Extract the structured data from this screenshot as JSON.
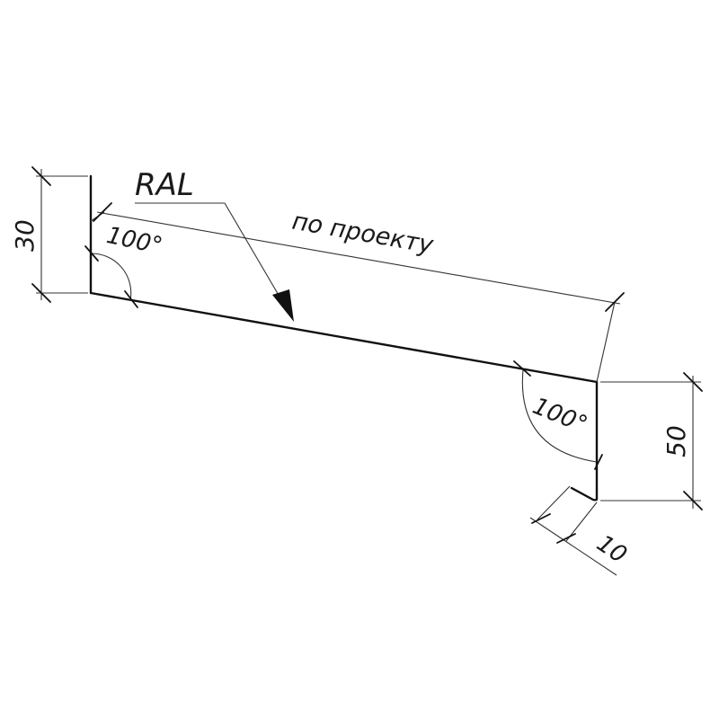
{
  "drawing": {
    "finish_label": "RAL",
    "length_label": "по проекту",
    "angle_left": "100°",
    "angle_right": "100°",
    "dim_left_flange": "30",
    "dim_right_flange": "50",
    "dim_hem": "10"
  }
}
